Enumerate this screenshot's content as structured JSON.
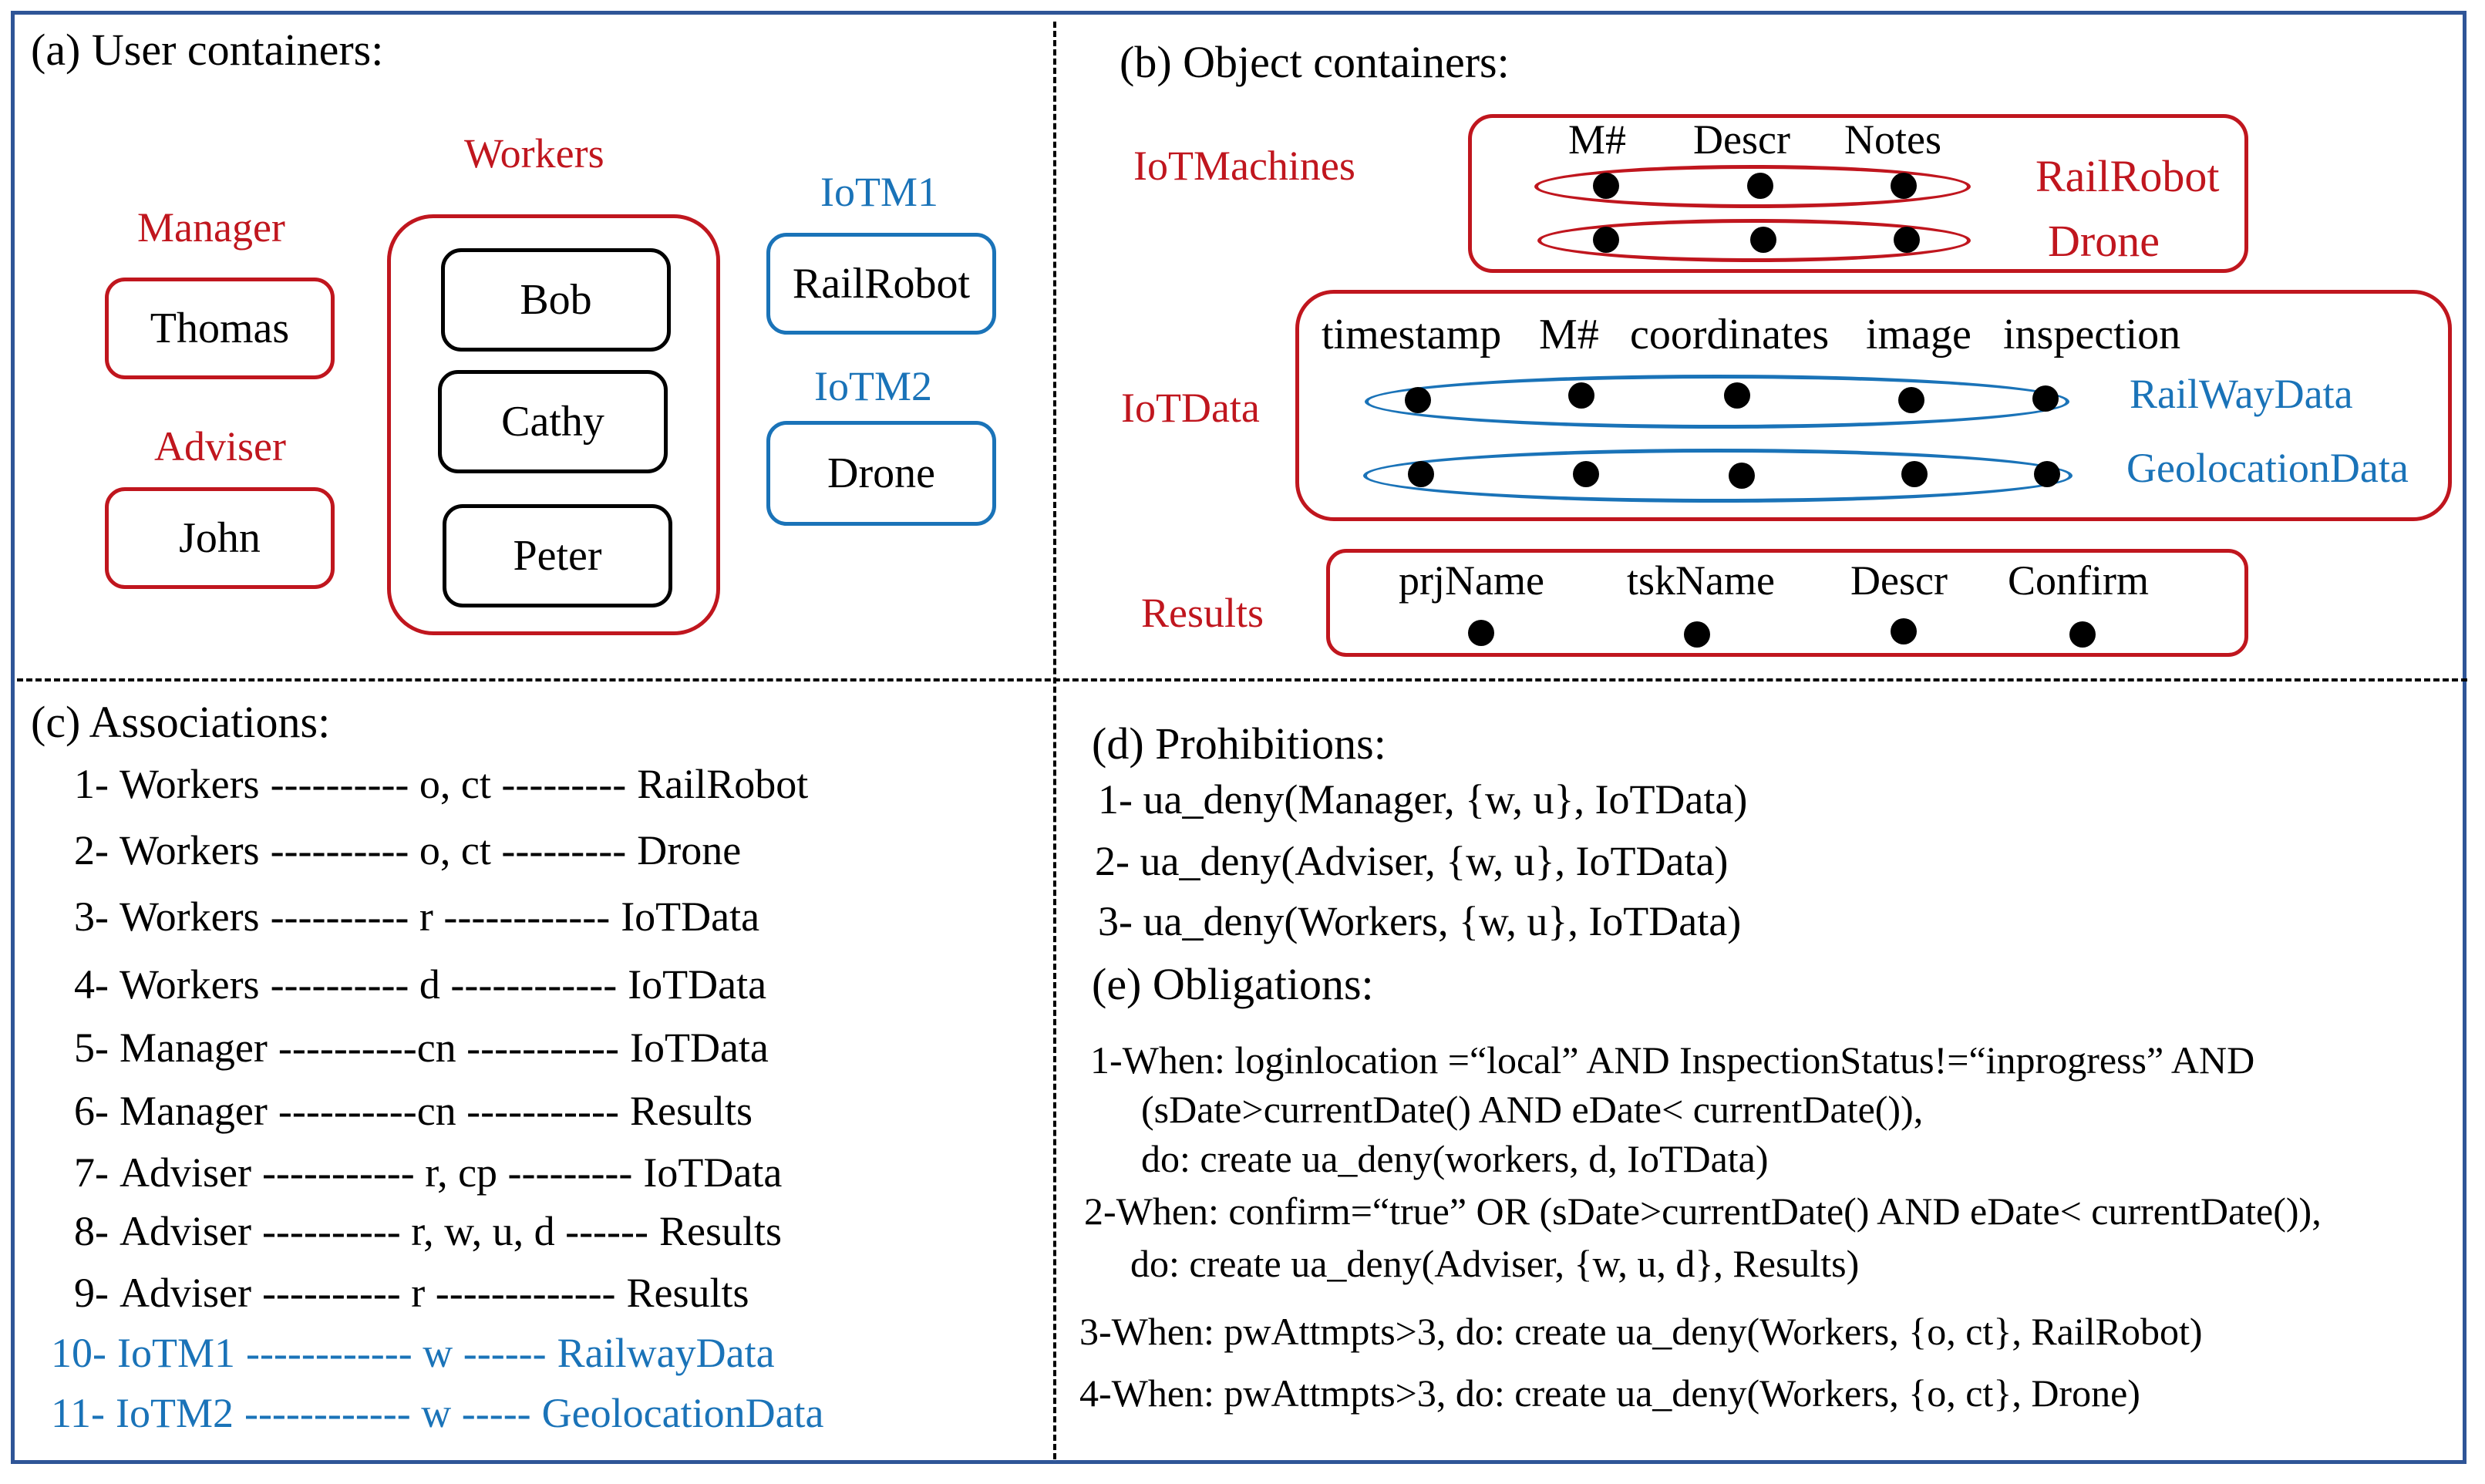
{
  "sections": {
    "a": "(a) User containers:",
    "b": "(b) Object containers:",
    "c": "(c) Associations:",
    "d": "(d) Prohibitions:",
    "e": "(e) Obligations:"
  },
  "user_containers": {
    "manager_label": "Manager",
    "manager_user": "Thomas",
    "adviser_label": "Adviser",
    "adviser_user": "John",
    "workers_label": "Workers",
    "workers_users": [
      "Bob",
      "Cathy",
      "Peter"
    ],
    "iotm1_label": "IoTM1",
    "iotm1_device": "RailRobot",
    "iotm2_label": "IoTM2",
    "iotm2_device": "Drone"
  },
  "object_containers": {
    "iotmachines_label": "IoTMachines",
    "iotmachines_columns": [
      "M#",
      "Descr",
      "Notes"
    ],
    "iotmachines_rows": [
      "RailRobot",
      "Drone"
    ],
    "iotdata_label": "IoTData",
    "iotdata_columns": [
      "timestamp",
      "M#",
      "coordinates",
      "image",
      "inspection"
    ],
    "iotdata_rows": [
      "RailWayData",
      "GeolocationData"
    ],
    "results_label": "Results",
    "results_columns": [
      "prjName",
      "tskName",
      "Descr",
      "Confirm"
    ]
  },
  "associations": [
    {
      "num": "1-",
      "subject": "Workers",
      "mid": "---------- o, ct ---------",
      "object": "RailRobot",
      "color": "#000000"
    },
    {
      "num": "2-",
      "subject": "Workers",
      "mid": "---------- o, ct ---------",
      "object": "Drone",
      "color": "#000000"
    },
    {
      "num": "3-",
      "subject": "Workers",
      "mid": "---------- r ------------",
      "object": "IoTData",
      "color": "#000000"
    },
    {
      "num": "4-",
      "subject": "Workers",
      "mid": "---------- d ------------",
      "object": "IoTData",
      "color": "#000000"
    },
    {
      "num": "5-",
      "subject": "Manager",
      "mid": "----------cn -----------",
      "object": "IoTData",
      "color": "#000000"
    },
    {
      "num": "6-",
      "subject": "Manager",
      "mid": "----------cn -----------",
      "object": "Results",
      "color": "#000000"
    },
    {
      "num": "7-",
      "subject": "Adviser",
      "mid": "----------- r, cp ---------",
      "object": "IoTData",
      "color": "#000000"
    },
    {
      "num": "8-",
      "subject": "Adviser",
      "mid": "---------- r, w, u, d ------",
      "object": "Results",
      "color": "#000000"
    },
    {
      "num": "9-",
      "subject": "Adviser",
      "mid": "---------- r -------------",
      "object": "Results",
      "color": "#000000"
    },
    {
      "num": "10-",
      "subject": "IoTM1",
      "mid": "------------ w ------",
      "object": "RailwayData",
      "color": "#1a73b8"
    },
    {
      "num": "11-",
      "subject": "IoTM2",
      "mid": "------------ w -----",
      "object": "GeolocationData",
      "color": "#1a73b8"
    }
  ],
  "prohibitions": [
    "1- ua_deny(Manager, {w, u}, IoTData)",
    "2- ua_deny(Adviser, {w, u}, IoTData)",
    "3- ua_deny(Workers, {w, u}, IoTData)"
  ],
  "obligations": [
    "1-When: loginlocation =“local”  AND InspectionStatus!=“inprogress” AND",
    "(sDate>currentDate() AND eDate< currentDate()),",
    "do: create ua_deny(workers, d, IoTData)",
    "2-When: confirm=“true” OR (sDate>currentDate() AND eDate< currentDate()),",
    "do: create ua_deny(Adviser, {w, u, d}, Results)",
    "3-When: pwAttmpts>3, do: create ua_deny(Workers, {o, ct}, RailRobot)",
    "4-When: pwAttmpts>3, do: create ua_deny(Workers, {o, ct}, Drone)"
  ],
  "colors": {
    "frame": "#2f5597",
    "container_red": "#c0161e",
    "container_blue": "#1a73b8",
    "user_box": "#000000"
  }
}
